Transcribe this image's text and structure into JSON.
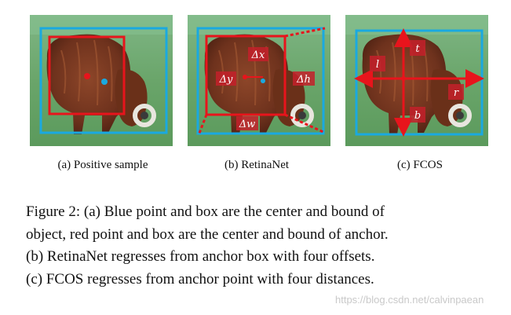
{
  "subfigures": [
    {
      "caption": "(a)  Positive sample"
    },
    {
      "caption": "(b)  RetinaNet",
      "labels": {
        "dx": "Δx",
        "dy": "Δy",
        "dh": "Δh",
        "dw": "Δw"
      }
    },
    {
      "caption": "(c)  FCOS",
      "labels": {
        "l": "l",
        "t": "t",
        "r": "r",
        "b": "b"
      }
    }
  ],
  "figure_caption": [
    "Figure 2: (a) Blue point and box are the center and bound of",
    "object, red point and box are the center and bound of anchor.",
    "(b) RetinaNet regresses from anchor box with four offsets.",
    "(c) FCOS regresses from anchor point with four distances."
  ],
  "watermark": "https://blog.csdn.net/calvinpaean",
  "colors": {
    "object_box": "#1aa9e0",
    "anchor_box": "#e8141c",
    "grass": "#6fa86b",
    "fur": "#7a3a22"
  }
}
